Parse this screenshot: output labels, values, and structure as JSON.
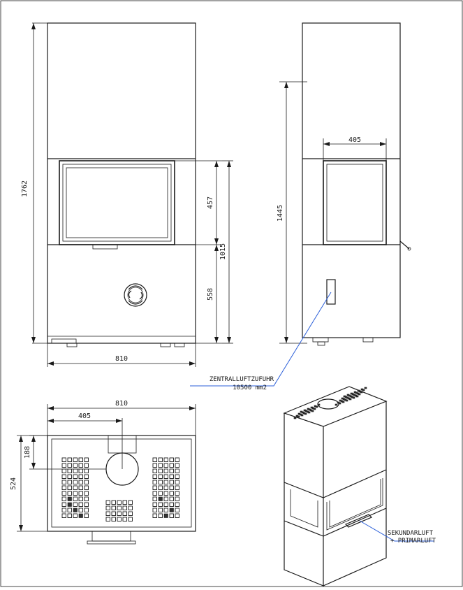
{
  "dimensions": {
    "front_height": "1762",
    "window_height": "457",
    "base_height": "558",
    "window_to_floor": "1015",
    "front_width": "810",
    "side_window_width": "405",
    "side_height": "1445",
    "plan_width": "810",
    "plan_half_width": "405",
    "plan_depth": "524",
    "plan_vent_offset": "188"
  },
  "labels": {
    "central_air_line1": "ZENTRALLUFTZUFUHR",
    "central_air_line2": "10500 mm2",
    "secondary_air_line1": "SEKUNDARLUFT",
    "secondary_air_line2": "+ PRIMARLUFT"
  },
  "colors": {
    "line": "#1a1a1a",
    "leader": "#2b5fd9",
    "background": "#ffffff"
  }
}
